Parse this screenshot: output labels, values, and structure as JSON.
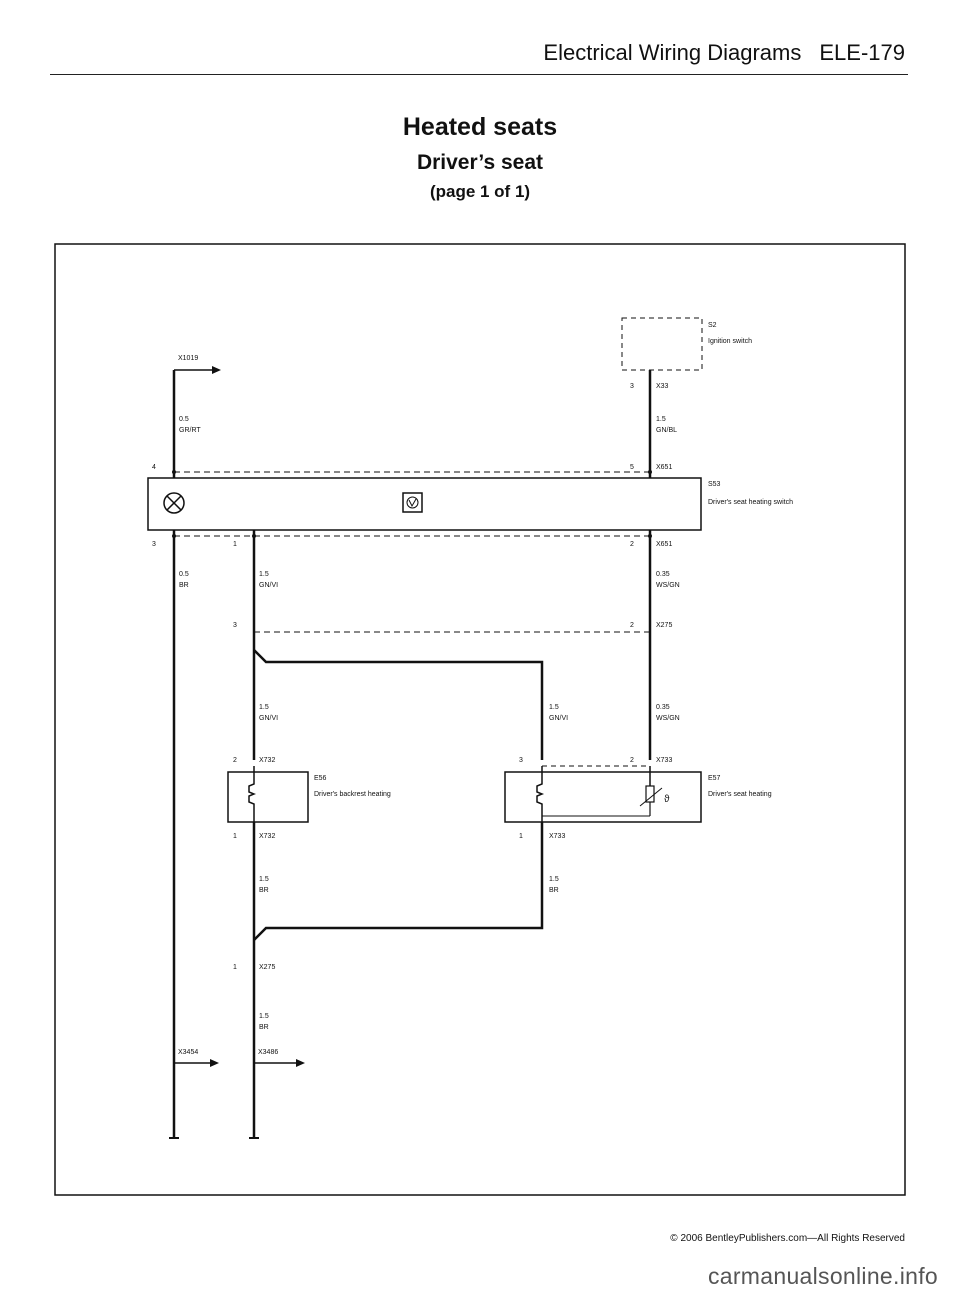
{
  "header": {
    "section": "Electrical Wiring Diagrams",
    "page_code": "ELE-179"
  },
  "title": {
    "main": "Heated seats",
    "sub": "Driver’s seat",
    "page": "(page 1 of 1)"
  },
  "components": {
    "s2": {
      "id": "S2",
      "desc": "Ignition switch"
    },
    "s53": {
      "id": "S53",
      "desc": "Driver's seat heating switch"
    },
    "e56": {
      "id": "E56",
      "desc": "Driver's backrest heating"
    },
    "e57": {
      "id": "E57",
      "desc": "Driver's seat heating"
    }
  },
  "connectors": {
    "x1019": "X1019",
    "x33": "X33",
    "x651a": "X651",
    "x651b": "X651",
    "x275a": "X275",
    "x732a": "X732",
    "x732b": "X732",
    "x733a": "X733",
    "x733b": "X733",
    "x275b": "X275",
    "x3454": "X3454",
    "x3486": "X3486"
  },
  "pins": {
    "p_x33": "3",
    "p_x651_left": "4",
    "p_x651_right": "5",
    "p_s53_3": "3",
    "p_s53_1": "1",
    "p_s53_2": "2",
    "p_x275_3": "3",
    "p_x275_2": "2",
    "p_e56_2": "2",
    "p_e57_3": "3",
    "p_e57_2": "2",
    "p_e56_1": "1",
    "p_e57_1": "1",
    "p_x275b_1": "1"
  },
  "wires": {
    "w1": {
      "size": "0.5",
      "color": "GR/RT"
    },
    "w2": {
      "size": "1.5",
      "color": "GN/BL"
    },
    "w3": {
      "size": "0.5",
      "color": "BR"
    },
    "w4": {
      "size": "1.5",
      "color": "GN/VI"
    },
    "w5": {
      "size": "0.35",
      "color": "WS/GN"
    },
    "w6": {
      "size": "1.5",
      "color": "GN/VI"
    },
    "w7": {
      "size": "1.5",
      "color": "GN/VI"
    },
    "w8": {
      "size": "0.35",
      "color": "WS/GN"
    },
    "w9": {
      "size": "1.5",
      "color": "BR"
    },
    "w10": {
      "size": "1.5",
      "color": "BR"
    },
    "w11": {
      "size": "1.5",
      "color": "BR"
    }
  },
  "footer": "© 2006 BentleyPublishers.com—All Rights Reserved",
  "watermark": "carmanualsonline.info"
}
